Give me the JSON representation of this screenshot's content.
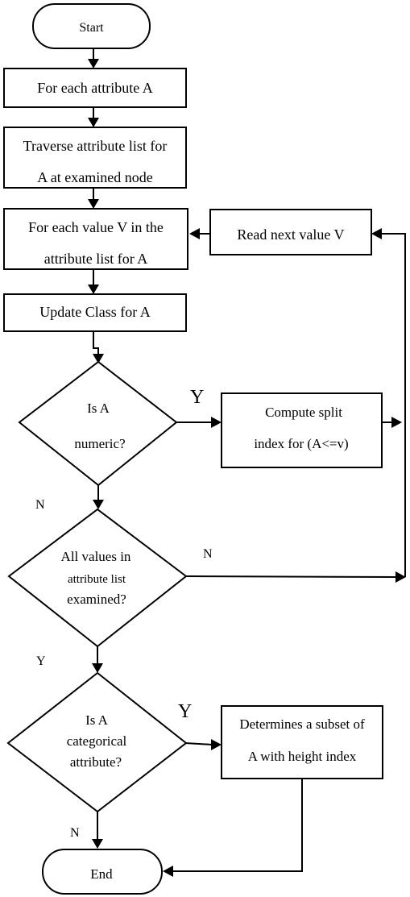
{
  "flowchart": {
    "start": "Start",
    "for_each_attribute": "For each attribute A",
    "traverse": [
      "Traverse attribute list for",
      "A at examined node"
    ],
    "for_each_value": [
      "For each value V in the",
      "attribute list for A"
    ],
    "read_next": "Read next value V",
    "update_class": "Update Class for A",
    "is_numeric": [
      "Is A",
      "numeric?"
    ],
    "compute_split": [
      "Compute split",
      "index for (A<=v)"
    ],
    "all_values": [
      "All values in",
      "attribute list",
      "examined?"
    ],
    "is_categorical": [
      "Is A",
      "categorical",
      "attribute?"
    ],
    "determines_subset": [
      "Determines a subset of",
      "A with height index"
    ],
    "end": "End",
    "labels": {
      "numeric_yes": "Y",
      "numeric_no": "N",
      "all_no": "N",
      "all_yes": "Y",
      "categorical_yes": "Y",
      "categorical_no": "N"
    }
  },
  "colors": {
    "stroke": "#000000",
    "fill": "#ffffff"
  }
}
